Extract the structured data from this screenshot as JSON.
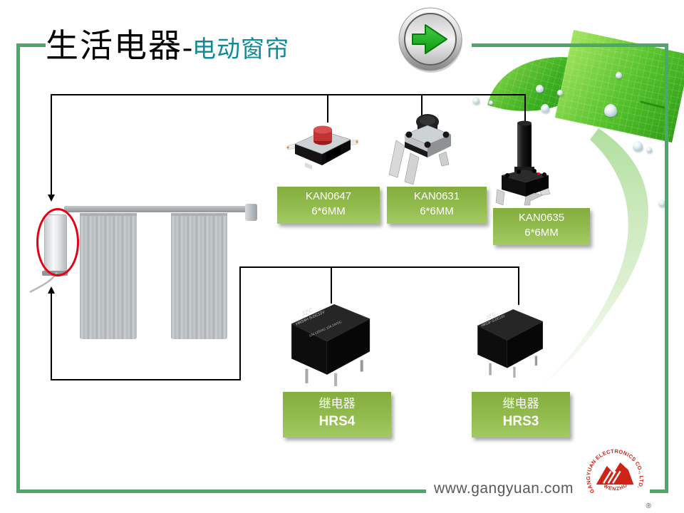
{
  "title": {
    "main": "生活电器",
    "dash": "-",
    "sub": "电动窗帘"
  },
  "switch_labels": [
    {
      "model": "KAN0647",
      "size": "6*6MM"
    },
    {
      "model": "KAN0631",
      "size": "6*6MM"
    },
    {
      "model": "KAN0635",
      "size": "6*6MM"
    }
  ],
  "relay_labels": [
    {
      "type": "继电器",
      "model": "HRS4"
    },
    {
      "type": "继电器",
      "model": "HRS3"
    }
  ],
  "relay_print": {
    "brand": "JZC",
    "hrs4_model": "HRS4H-S-DC12V",
    "hrs4_rating": "10A 125VAC  10A 24VDC",
    "hrs3_model": "HRS3F-S-DC12V"
  },
  "footer": {
    "url": "www.gangyuan.com"
  },
  "logo": {
    "arc_top": "GANGYUAN ELECTRONICS CO., LTD.",
    "arc_bottom": "WENZHOU",
    "registered": "®"
  },
  "colors": {
    "frame_green": "#4aa96a",
    "label_green": "#8cb845",
    "title_teal": "#0e8a99",
    "annotation_red": "#e60012",
    "logo_red": "#cf2318",
    "arrow_green": "#23a52c",
    "connector": "#000000",
    "footer_gray": "#595959"
  }
}
